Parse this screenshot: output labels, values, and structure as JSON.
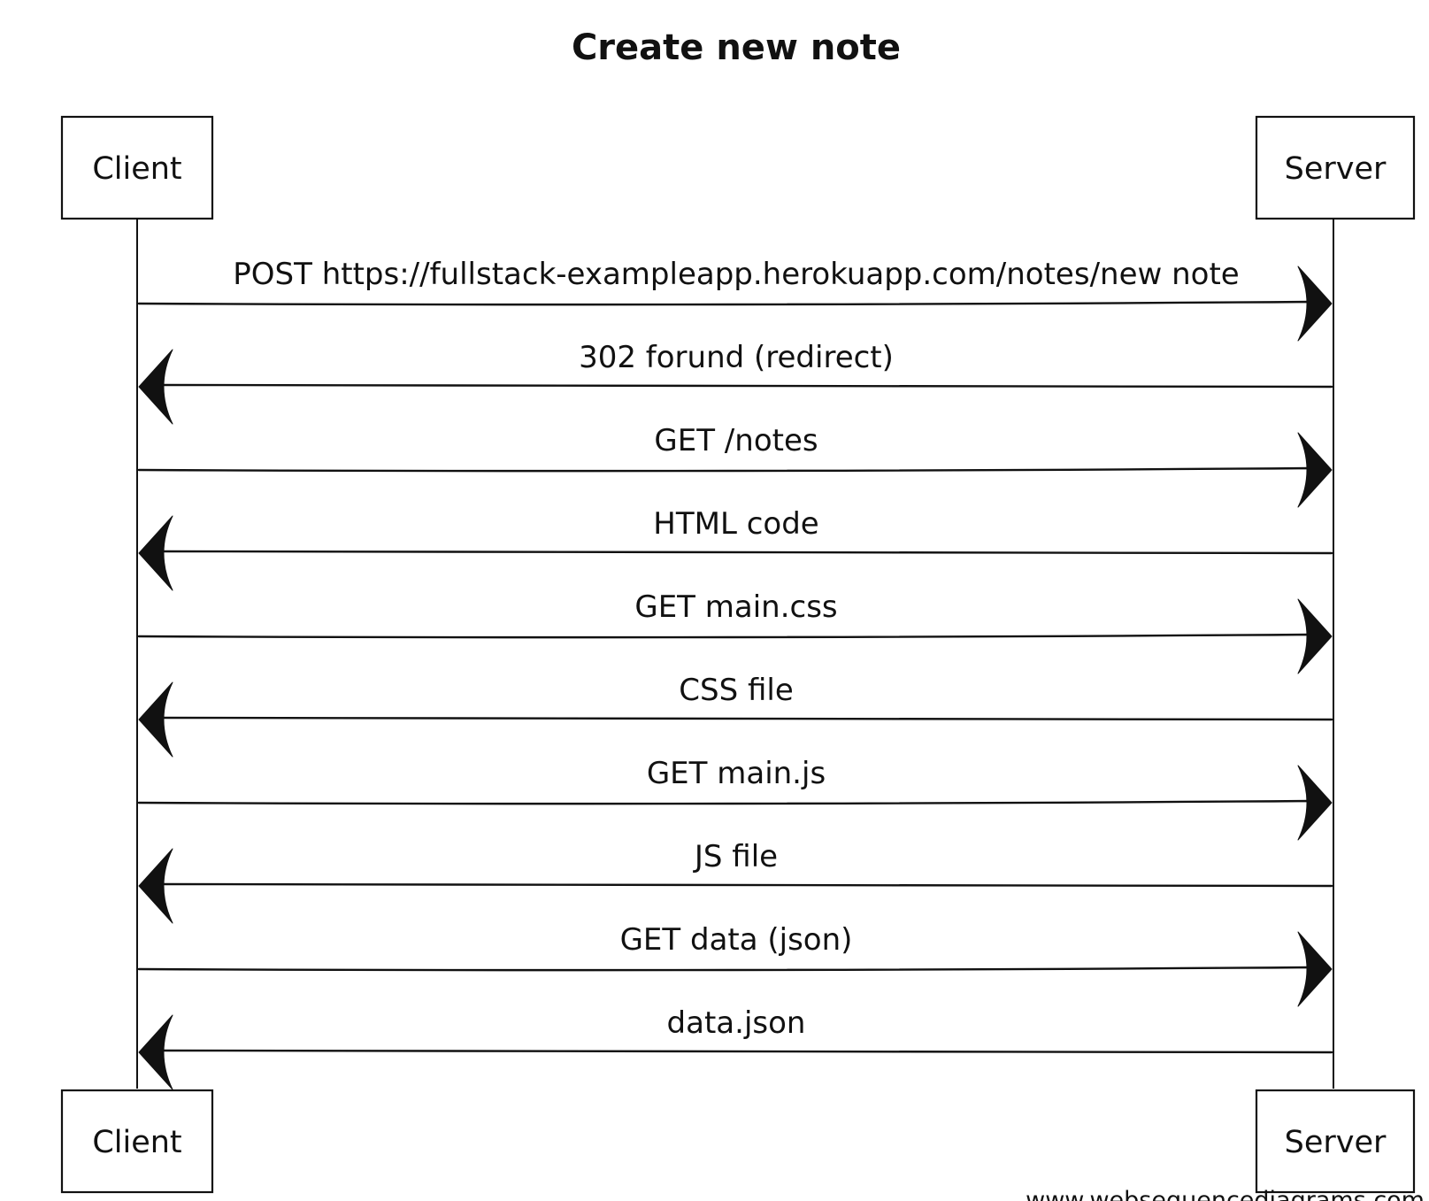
{
  "title": "Create new note",
  "participants": [
    "Client",
    "Server"
  ],
  "messages": [
    {
      "from": "Client",
      "to": "Server",
      "label": "POST  https://fullstack-exampleapp.herokuapp.com/notes/new note"
    },
    {
      "from": "Server",
      "to": "Client",
      "label": "302 forund (redirect)"
    },
    {
      "from": "Client",
      "to": "Server",
      "label": "GET /notes"
    },
    {
      "from": "Server",
      "to": "Client",
      "label": "HTML code"
    },
    {
      "from": "Client",
      "to": "Server",
      "label": "GET main.css"
    },
    {
      "from": "Server",
      "to": "Client",
      "label": "CSS file"
    },
    {
      "from": "Client",
      "to": "Server",
      "label": "GET main.js"
    },
    {
      "from": "Server",
      "to": "Client",
      "label": "JS file"
    },
    {
      "from": "Client",
      "to": "Server",
      "label": "GET data (json)"
    },
    {
      "from": "Server",
      "to": "Client",
      "label": "data.json"
    }
  ],
  "watermark": "www.websequencediagrams.com"
}
